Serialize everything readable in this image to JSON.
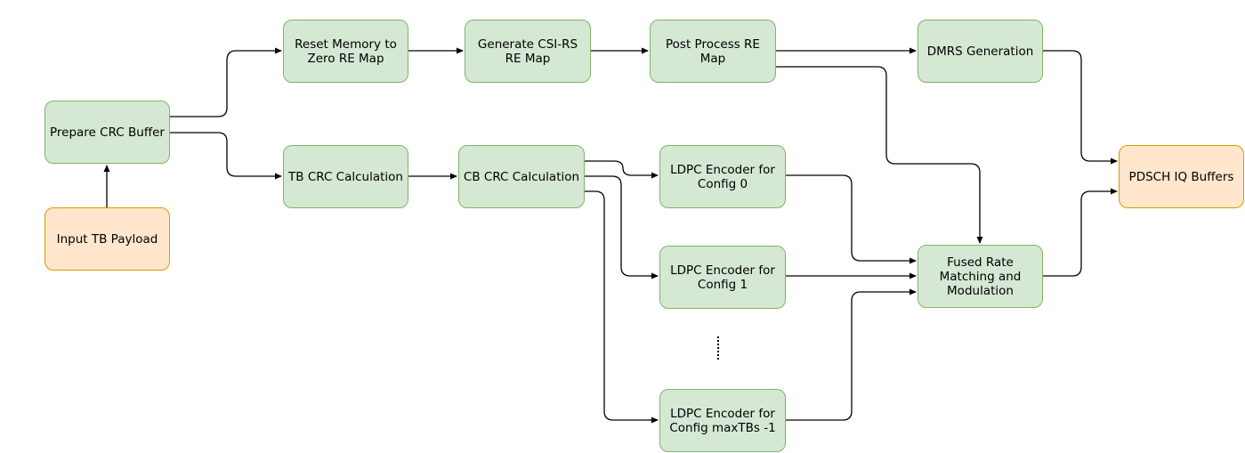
{
  "nodes": {
    "input_tb_payload": "Input TB Payload",
    "prepare_crc_buffer": "Prepare CRC Buffer",
    "reset_memory": "Reset Memory to\nZero RE Map",
    "generate_csi_rs": "Generate CSI-RS\nRE Map",
    "post_process": "Post Process RE Map",
    "dmrs_generation": "DMRS Generation",
    "tb_crc": "TB CRC Calculation",
    "cb_crc": "CB CRC Calculation",
    "ldpc_0": "LDPC Encoder for\nConfig 0",
    "ldpc_1": "LDPC Encoder for\nConfig 1",
    "ldpc_max": "LDPC Encoder for\nConfig maxTBs -1",
    "fused_rate": "Fused Rate\nMatching and\nModulation",
    "pdsch_iq": "PDSCH IQ Buffers"
  },
  "colors": {
    "process_fill": "#d5e8d4",
    "process_border": "#82b366",
    "io_fill": "#ffe6cc",
    "io_border": "#d79b00",
    "edge": "#000000"
  }
}
